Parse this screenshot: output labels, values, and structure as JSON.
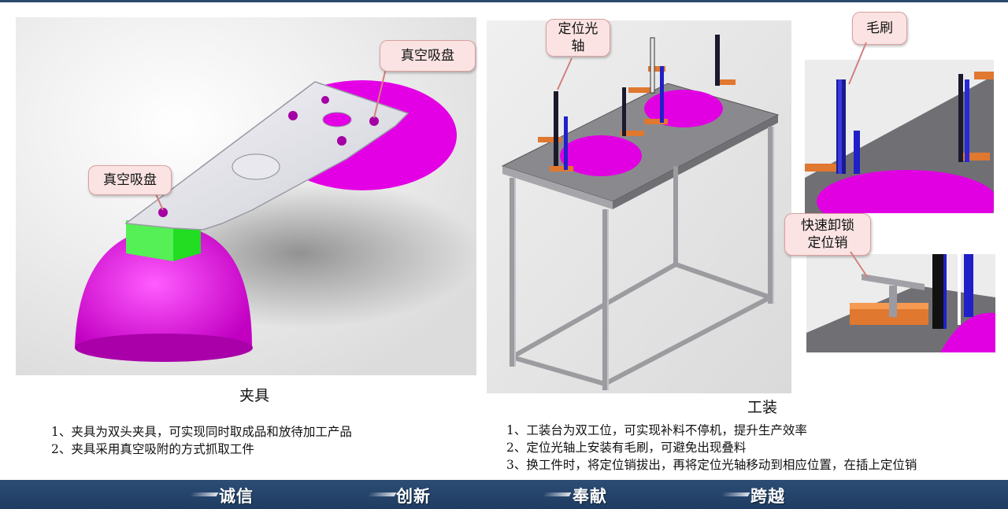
{
  "left": {
    "callout_top": "真空吸盘",
    "callout_left": "真空吸盘",
    "caption": "夹具",
    "notes": [
      "1、夹具为双头夹具，可实现同时取成品和放待加工产品",
      "2、夹具采用真空吸附的方式抓取工件"
    ]
  },
  "middle": {
    "callout_line1": "定位光",
    "callout_line2": "轴",
    "caption": "工装",
    "notes": [
      "1、工装台为双工位，可实现补料不停机，提升生产效率",
      "2、定位光轴上安装有毛刷，可避免出现叠料",
      "3、换工件时，将定位销拔出，再将定位光轴移动到相应位置，在插上定位销"
    ]
  },
  "right": {
    "callout_brush": "毛刷",
    "callout_pin_line1": "快速卸锁",
    "callout_pin_line2": "定位销"
  },
  "footer": {
    "items": [
      "诚信",
      "创新",
      "奉献",
      "跨越"
    ]
  }
}
